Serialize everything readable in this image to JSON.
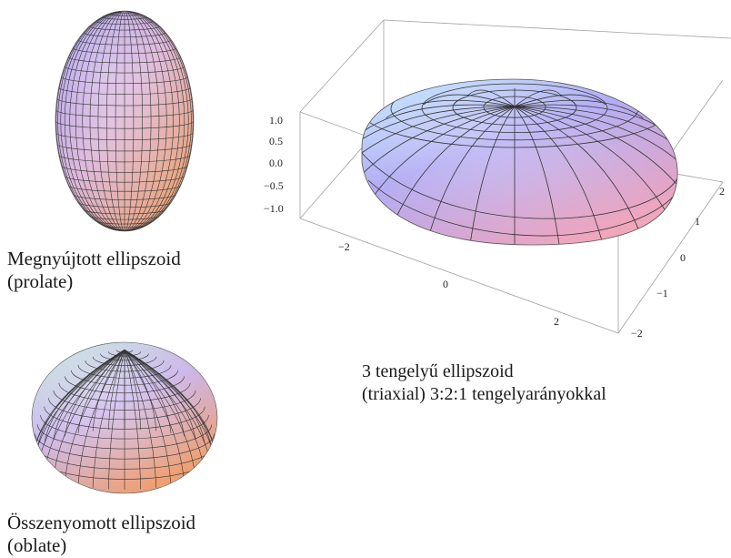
{
  "prolate": {
    "caption_line1": "Megnyújtott ellipszoid",
    "caption_line2": "(prolate)"
  },
  "oblate": {
    "caption_line1": "Összenyomott ellipszoid",
    "caption_line2": "(oblate)"
  },
  "triaxial": {
    "caption_line1": "3 tengelyű ellipszoid",
    "caption_line2": "(triaxial) 3:2:1 tengelyarányokkal",
    "z_ticks": [
      "1.0",
      "0.5",
      "0.0",
      "−0.5",
      "−1.0"
    ],
    "x_ticks": [
      "−2",
      "0",
      "2"
    ],
    "y_ticks": [
      "2",
      "1",
      "0",
      "−1",
      "−2"
    ]
  },
  "colors": {
    "surface_top": "#c8e6ff",
    "surface_mid": "#b9a6ef",
    "surface_bottom": "#f0a8b8",
    "mesh": "#333333",
    "box": "#9a9a9a"
  }
}
